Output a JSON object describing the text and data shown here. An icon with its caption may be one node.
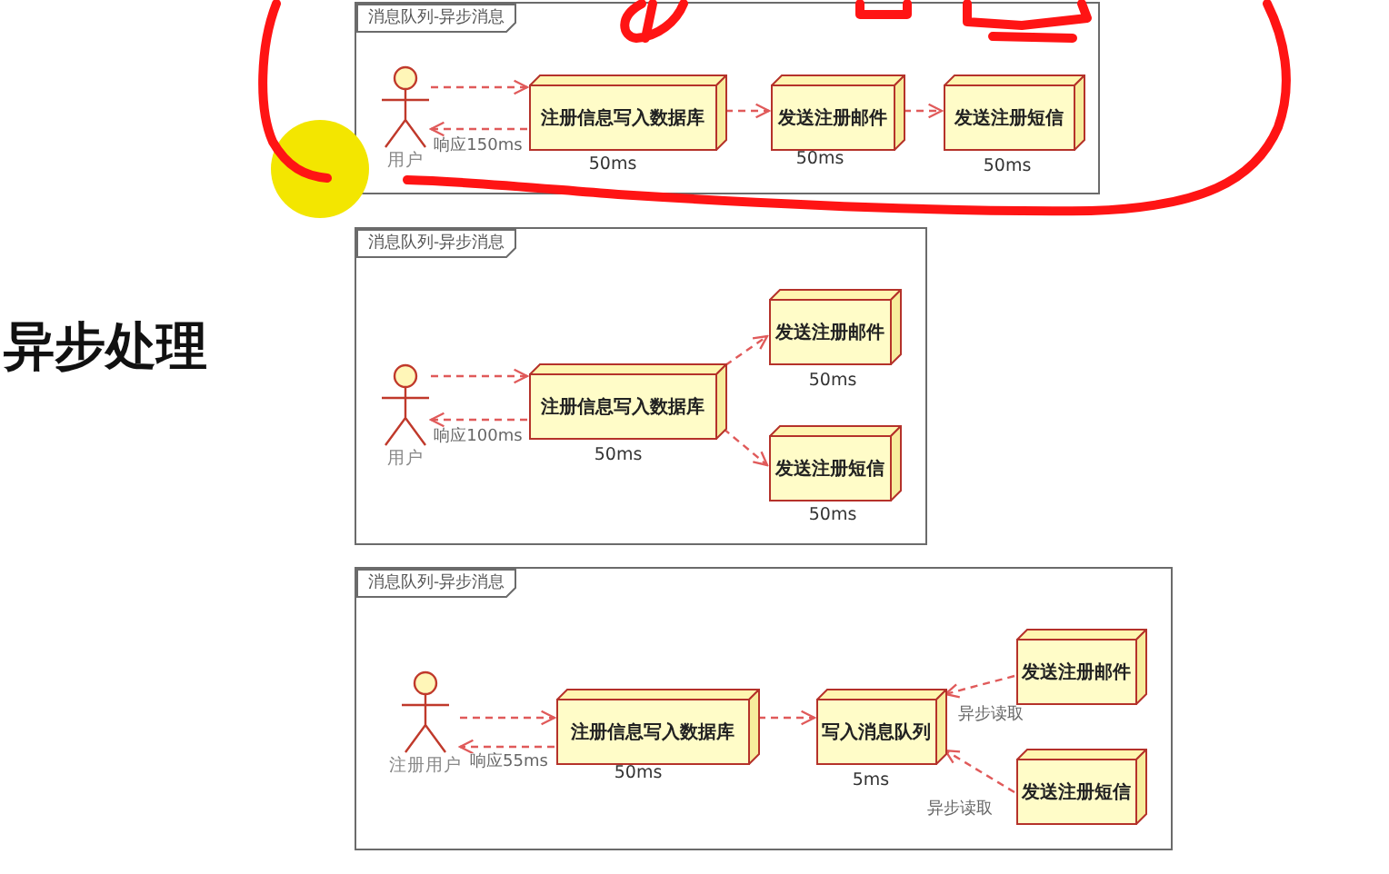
{
  "diagram": {
    "title": "异步处理",
    "nodes": [
      {
        "text": [
          "消息队列-异步消息"
        ]
      },
      {
        "text": [
          "用户"
        ],
        "in": 0
      },
      {
        "text": [
          "注册信息写入数据库"
        ],
        "beside": [
          "50ms"
        ],
        "in": 0
      },
      {
        "text": [
          "发送注册邮件"
        ],
        "beside": [
          "50ms"
        ],
        "in": 0
      },
      {
        "text": [
          "发送注册短信"
        ],
        "beside": [
          "50ms"
        ],
        "in": 0
      },
      {
        "text": [
          "消息队列-异步消息"
        ]
      },
      {
        "text": [
          "用户"
        ],
        "in": 5
      },
      {
        "text": [
          "注册信息写入数据库"
        ],
        "beside": [
          "50ms"
        ],
        "in": 5
      },
      {
        "text": [
          "发送注册邮件"
        ],
        "beside": [
          "50ms"
        ],
        "in": 5
      },
      {
        "text": [
          "发送注册短信"
        ],
        "beside": [
          "50ms"
        ],
        "in": 5
      },
      {
        "text": [
          "消息队列-异步消息"
        ]
      },
      {
        "text": [
          "注册用户"
        ],
        "in": 10
      },
      {
        "text": [
          "注册信息写入数据库"
        ],
        "beside": [
          "50ms"
        ],
        "in": 10
      },
      {
        "text": [
          "写入消息队列"
        ],
        "beside": [
          "5ms"
        ],
        "in": 10
      },
      {
        "text": [
          "发送注册邮件"
        ],
        "in": 10
      },
      {
        "text": [
          "发送注册短信"
        ],
        "in": 10
      }
    ],
    "edges": [
      {
        "from": 1,
        "to": 2,
        "arrow": "to",
        "style": "dashed"
      },
      {
        "from": 2,
        "to": 1,
        "arrow": "to",
        "style": "dashed",
        "label": "响应150ms"
      },
      {
        "from": 2,
        "to": 3,
        "arrow": "to",
        "style": "dashed"
      },
      {
        "from": 3,
        "to": 4,
        "arrow": "to",
        "style": "dashed"
      },
      {
        "from": 6,
        "to": 7,
        "arrow": "to",
        "style": "dashed"
      },
      {
        "from": 7,
        "to": 6,
        "arrow": "to",
        "style": "dashed",
        "label": "响应100ms"
      },
      {
        "from": 7,
        "to": 8,
        "arrow": "to",
        "style": "dashed"
      },
      {
        "from": 7,
        "to": 9,
        "arrow": "to",
        "style": "dashed"
      },
      {
        "from": 11,
        "to": 12,
        "arrow": "to",
        "style": "dashed"
      },
      {
        "from": 12,
        "to": 11,
        "arrow": "to",
        "style": "dashed",
        "label": "响应55ms"
      },
      {
        "from": 12,
        "to": 13,
        "arrow": "to",
        "style": "dashed"
      },
      {
        "from": 14,
        "to": 13,
        "arrow": "to",
        "style": "dashed",
        "label": "异步读取"
      },
      {
        "from": 15,
        "to": 13,
        "arrow": "to",
        "style": "dashed",
        "label": "异步读取"
      }
    ]
  }
}
